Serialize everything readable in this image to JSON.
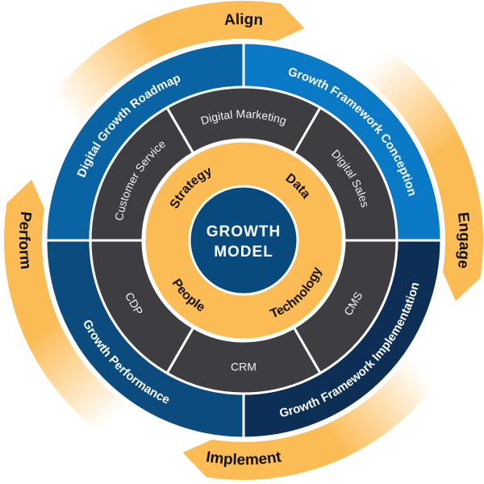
{
  "title": "Growth Model",
  "center": {
    "line1": "GROWTH",
    "line2": "MODEL",
    "color": "#084a7e"
  },
  "cycle_arrows": [
    {
      "label": "Align",
      "icon": "arrow-icon"
    },
    {
      "label": "Engage",
      "icon": "arrow-icon"
    },
    {
      "label": "Implement",
      "icon": "arrow-icon"
    },
    {
      "label": "Perform",
      "icon": "arrow-icon"
    }
  ],
  "phases": [
    {
      "label": "Digital Growth Roadmap",
      "color": "#0a64a4"
    },
    {
      "label": "Growth Framework Conception",
      "color": "#0a7ac6"
    },
    {
      "label": "Growth Framework Implementation",
      "color": "#0d2f55"
    },
    {
      "label": "Growth Performance",
      "color": "#0b4b7d"
    }
  ],
  "capabilities": [
    {
      "label": "Digital Marketing"
    },
    {
      "label": "Digital Sales"
    },
    {
      "label": "CMS"
    },
    {
      "label": "CRM"
    },
    {
      "label": "CDP"
    },
    {
      "label": "Customer Service"
    }
  ],
  "pillars": [
    {
      "label": "Strategy"
    },
    {
      "label": "Data"
    },
    {
      "label": "Technology"
    },
    {
      "label": "People"
    }
  ],
  "colors": {
    "orange": "#fbbb55",
    "gray": "#3e3d42",
    "separator": "#ffffff",
    "text_dark": "#111111"
  }
}
